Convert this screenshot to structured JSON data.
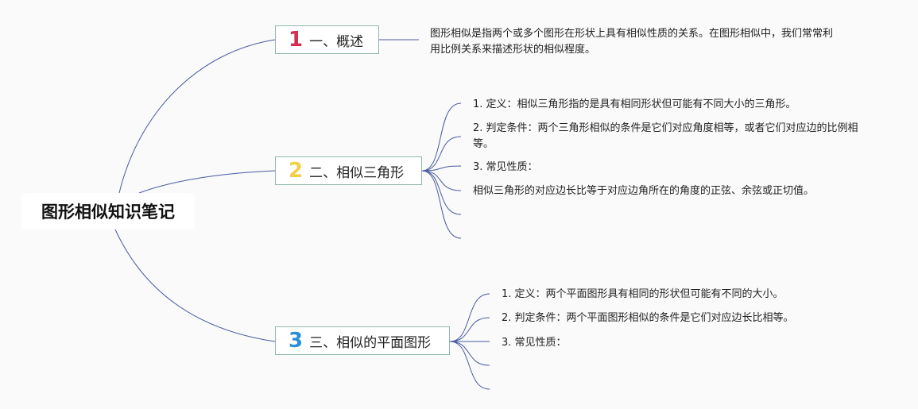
{
  "root": {
    "label": "图形相似知识笔记"
  },
  "branches": [
    {
      "number": "1",
      "number_color": "#d32f4f",
      "label": "一、概述",
      "leaves": [
        "图形相似是指两个或多个图形在形状上具有相似性质的关系。在图形相似中，我们常常利用比例关系来描述形状的相似程度。"
      ]
    },
    {
      "number": "2",
      "number_color": "#f2cf45",
      "label": "二、相似三角形",
      "leaves": [
        "1. 定义：相似三角形指的是具有相同形状但可能有不同大小的三角形。",
        "2. 判定条件：两个三角形相似的条件是它们对应角度相等，或者它们对应边的比例相等。",
        "3. 常见性质：",
        "相似三角形的对应边长比等于对应边角所在的角度的正弦、余弦或正切值。",
        "",
        ""
      ]
    },
    {
      "number": "3",
      "number_color": "#2c8fd6",
      "label": "三、相似的平面图形",
      "leaves": [
        "1. 定义：两个平面图形具有相同的形状但可能有不同的大小。",
        "2. 判定条件：两个平面图形相似的条件是它们对应边长比相等。",
        "3. 常见性质：",
        "",
        ""
      ]
    }
  ],
  "colors": {
    "connector": "#4a5ba0",
    "branch_border": "#8fb8ad"
  }
}
